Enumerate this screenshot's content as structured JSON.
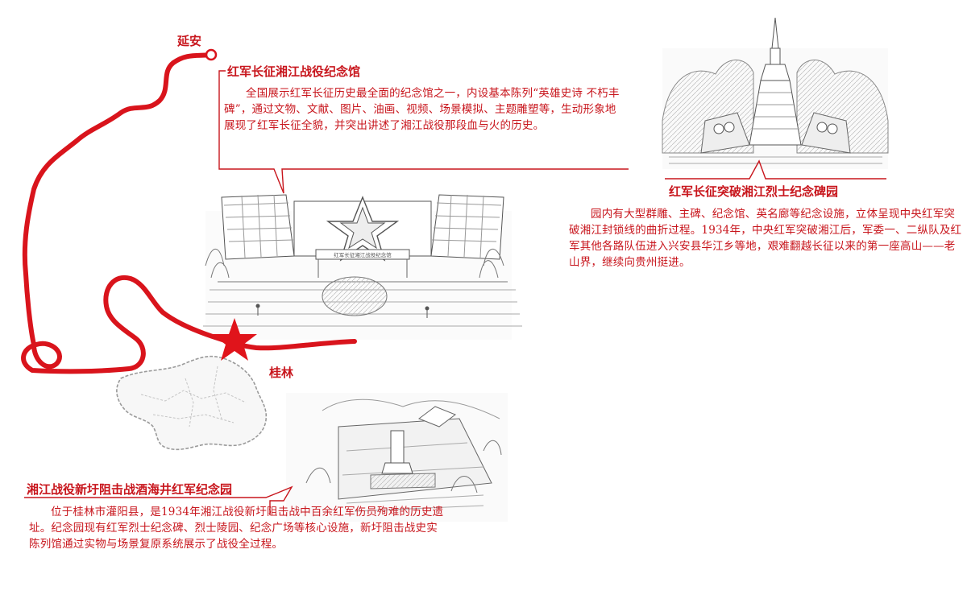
{
  "route": {
    "start_city": "延安",
    "end_city": "桂林"
  },
  "memorials": [
    {
      "title": "红军长征湘江战役纪念馆",
      "description": "全国展示红军长征历史最全面的纪念馆之一，内设基本陈列“英雄史诗 不朽丰碑”，通过文物、文献、图片、油画、视频、场景模拟、主题雕塑等，生动形象地展现了红军长征全貌，并突出讲述了湘江战役那段血与火的历史。",
      "sign_text": "红军长征湘江战役纪念馆"
    },
    {
      "title": "红军长征突破湘江烈士纪念碑园",
      "description": "园内有大型群雕、主碑、纪念馆、英名廊等纪念设施，立体呈现中央红军突破湘江封锁线的曲折过程。1934年，中央红军突破湘江后，军委一、二纵队及红军其他各路队伍进入兴安县华江乡等地，艰难翻越长征以来的第一座高山——老山界，继续向贵州挺进。"
    },
    {
      "title": "湘江战役新圩阻击战酒海井红军纪念园",
      "description": "位于桂林市灌阳县，是1934年湘江战役新圩阻击战中百余红军伤员殉难的历史遗址。纪念园现有红军烈士纪念碑、烈士陵园、纪念广场等核心设施，新圩阻击战史实陈列馆通过实物与场景复原系统展示了战役全过程。"
    }
  ],
  "colors": {
    "accent": "#c8161d",
    "line": "#d9141c",
    "sketch": "#555555"
  },
  "icons": {
    "start_marker": "circle-marker-icon",
    "end_marker": "star-marker-icon"
  }
}
